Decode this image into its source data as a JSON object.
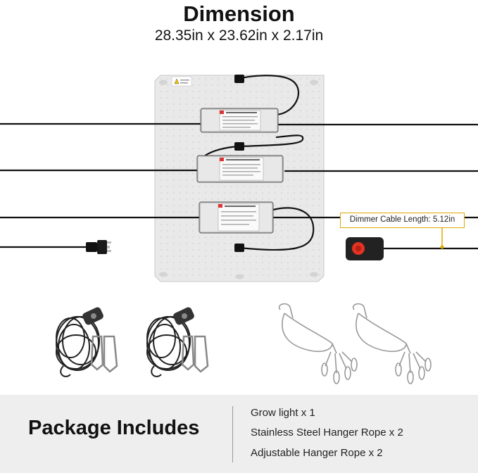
{
  "header": {
    "title": "Dimension",
    "dimensions": "28.35in x 23.62in x 2.17in"
  },
  "callout": {
    "dimmer_cable": "Dimmer Cable Length: 5.12in"
  },
  "colors": {
    "panel": "#e9e9e9",
    "cable": "#111111",
    "callout_border": "#e0a800",
    "footer_bg": "#eeeeee"
  },
  "package": {
    "title": "Package Includes",
    "items": [
      "Grow light x 1",
      "Stainless Steel Hanger Rope x 2",
      "Adjustable Hanger Rope x  2"
    ]
  }
}
